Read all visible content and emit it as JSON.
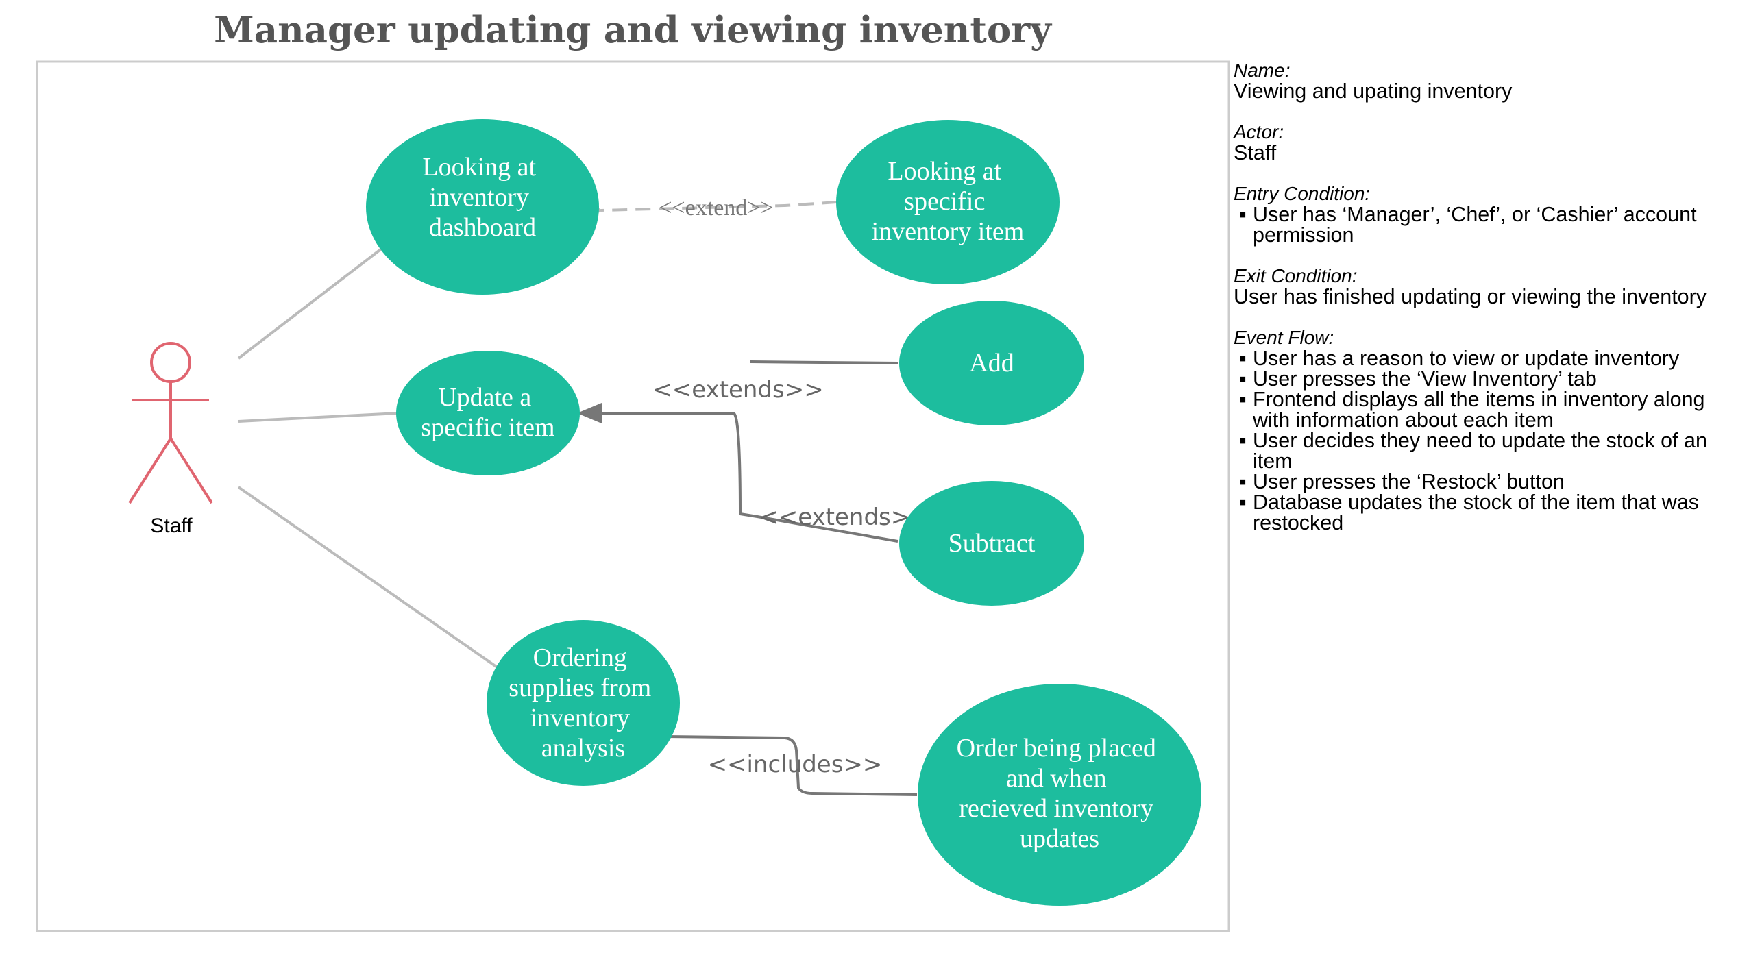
{
  "title": "Manager updating and viewing inventory",
  "actor": {
    "label": "Staff"
  },
  "use_cases": {
    "dashboard": [
      "Looking at",
      "inventory",
      "dashboard"
    ],
    "specific": [
      "Looking at",
      "specific",
      "inventory item"
    ],
    "update": [
      "Update a",
      "specific item"
    ],
    "add": [
      "Add"
    ],
    "subtract": [
      "Subtract"
    ],
    "ordering": [
      "Ordering",
      "supplies from",
      "inventory",
      "analysis"
    ],
    "order_placed": [
      "Order being placed",
      "and when",
      "recieved inventory",
      "updates"
    ]
  },
  "relations": {
    "extend": "<<extend>>",
    "extends_add": "<<extends>>",
    "extends_subtract": "<<extends>>",
    "includes": "<<includes>>"
  },
  "colors": {
    "node": "#1dbd9e",
    "actor": "#e06570",
    "line": "#bbbbbb",
    "arrow": "#777777",
    "frame": "#cccccc"
  },
  "details": {
    "name": {
      "label": "Name:",
      "value": "Viewing and upating inventory"
    },
    "actor": {
      "label": "Actor:",
      "value": "Staff"
    },
    "entry": {
      "label": "Entry Condition:",
      "items": [
        "User has ‘Manager’, ‘Chef’, or ‘Cashier’ account permission"
      ]
    },
    "exit": {
      "label": "Exit Condition:",
      "value": "User has finished updating or viewing the inventory"
    },
    "flow": {
      "label": "Event Flow:",
      "items": [
        "User has a reason to view or update inventory",
        "User presses the ‘View Inventory’ tab",
        "Frontend displays all the items in inventory along with information about each item",
        "User decides they need to update the stock of an item",
        "User presses the ‘Restock’ button",
        "Database updates the stock of the item that was restocked"
      ]
    }
  }
}
